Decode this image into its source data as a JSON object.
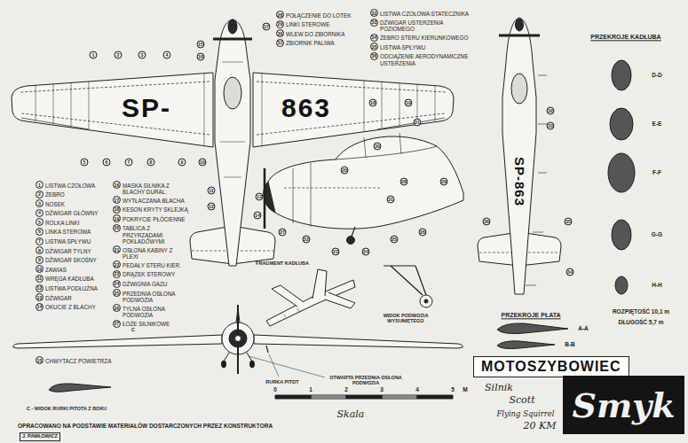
{
  "diagram": {
    "nodes": [
      {
        "text": [
          "MOTOSZYBOWIEC"
        ]
      },
      {
        "text": [
          "Smyk"
        ]
      }
    ],
    "labels": [
      "1",
      "LISTWA CZOŁOWA",
      "2",
      "ŻEBRO",
      "3",
      "NOSEK",
      "4",
      "DŹWIGAR GŁÓWNY",
      "5",
      "ROLKA LINKI",
      "6",
      "LINKA STEROWA",
      "7",
      "LISTWA SPŁYWU",
      "8",
      "DŹWIGAR TYLNY",
      "9",
      "DŹWIGAR SKOŚNY",
      "10",
      "ZAWIAS",
      "11",
      "WRĘGA KADŁUBA",
      "12",
      "LISTWA PODŁUŻNA",
      "13",
      "DŹWIGAR",
      "14",
      "OKUCIE Z BLACHY",
      "15",
      "CHWYTACZ POWIETRZA",
      "16",
      "MASKA SILNIKA Z BLACHY DURAL.",
      "17",
      "WYTŁACZANA BLACHA",
      "18",
      "KESON KRYTY SKLEJKĄ",
      "19",
      "POKRYCIE PŁÓCIENNE",
      "20",
      "TABLICA Z PRZYRZĄDAMI POKŁADOWYMI",
      "21",
      "OSŁONA KABINY Z PLEXI",
      "22",
      "PEDAŁY STERU KIER.",
      "23",
      "DRĄŻEK STEROWY",
      "24",
      "DŹWIGNIA GAZU",
      "25",
      "PRZEDNIA OSŁONA PODWOZIA",
      "26",
      "TYLNA OSŁONA PODWOZIA",
      "27",
      "ŁOŻE SILNIKOWE",
      "28",
      "POŁĄCZENIE DO LOTEK",
      "29",
      "LINKI STEROWE",
      "30",
      "WLEW DO ZBIORNIKA",
      "31",
      "ZBIORNIK PALIWA",
      "32",
      "LISTWA CZOŁOWA STATECZNIKA",
      "33",
      "DŹWIGAR USTERZENIA POZIOMEGO",
      "34",
      "ŻEBRO STERU KIERUNKOWEGO",
      "35",
      "LISTWA SPŁYWU",
      "36",
      "ODCIĄŻENIE AERODYNAMICZNE USTERZENIA",
      "1",
      "2",
      "3",
      "4",
      "5",
      "6",
      "7",
      "8",
      "9",
      "10",
      "15",
      "16",
      "17",
      "18",
      "19",
      "11",
      "12",
      "13",
      "14",
      "SP-",
      "863",
      "20",
      "21",
      "22",
      "23",
      "24",
      "25",
      "26",
      "27",
      "28",
      "29",
      "30",
      "31",
      "32",
      "33",
      "34",
      "35",
      "36",
      "SP-863",
      "PRZEKROJE KADŁUBA",
      "D-D",
      "E-E",
      "F-F",
      "G-G",
      "H-H",
      "PRZEKROJE PŁATA",
      "A-A",
      "B-B",
      "ROZPIĘTOŚĆ 10,1 m",
      "DŁUGOŚĆ 5,7 m",
      "Silnik",
      "Scott",
      "Flying Squirrel",
      "20 KM",
      "RURKA PITOT",
      "OTWARTA PRZEDNIA OSŁONA PODWOZIA",
      "C",
      "C - WIDOK RURKI PITOTA Z BOKU",
      "FRAGMENT KADŁUBA",
      "WIDOK PODWOZIA WYSUNIĘTEGO",
      "0",
      "1",
      "2",
      "3",
      "4",
      "5",
      "M",
      "Skala",
      "OPRACOWANO NA PODSTAWIE MATERIAŁÓW DOSTARCZONYCH PRZEZ KONSTRUKTORA",
      "J. PAWŁOWICZ"
    ]
  }
}
